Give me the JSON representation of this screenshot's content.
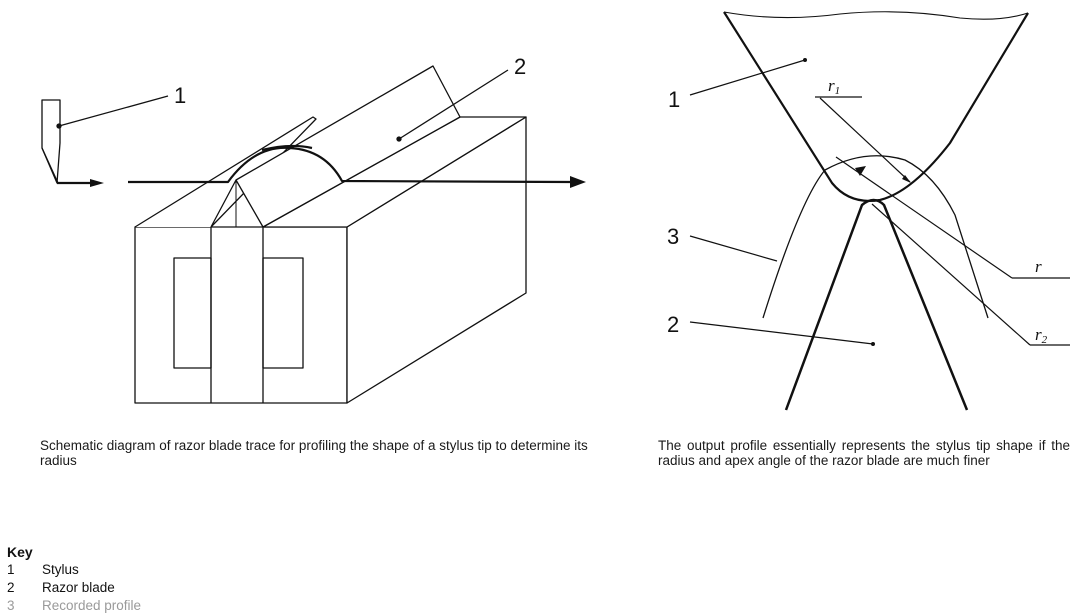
{
  "left_figure": {
    "labels": {
      "stylus": "1",
      "razor_blade": "2"
    },
    "caption": "Schematic diagram of razor blade trace for profiling the shape of a stylus tip to determine its radius"
  },
  "right_figure": {
    "labels": {
      "stylus": "1",
      "razor_blade": "2",
      "recorded_profile": "3"
    },
    "radius_labels": {
      "r1_letter": "r",
      "r1_sub": "1",
      "r_letter": "r",
      "r2_letter": "r",
      "r2_sub": "2"
    },
    "caption": "The output profile essentially represents the stylus tip shape if the radius and apex angle of the razor blade are much finer"
  },
  "key": {
    "title": "Key",
    "items": [
      {
        "num": "1",
        "label": "Stylus"
      },
      {
        "num": "2",
        "label": "Razor blade"
      },
      {
        "num": "3",
        "label": "Recorded profile"
      }
    ]
  }
}
